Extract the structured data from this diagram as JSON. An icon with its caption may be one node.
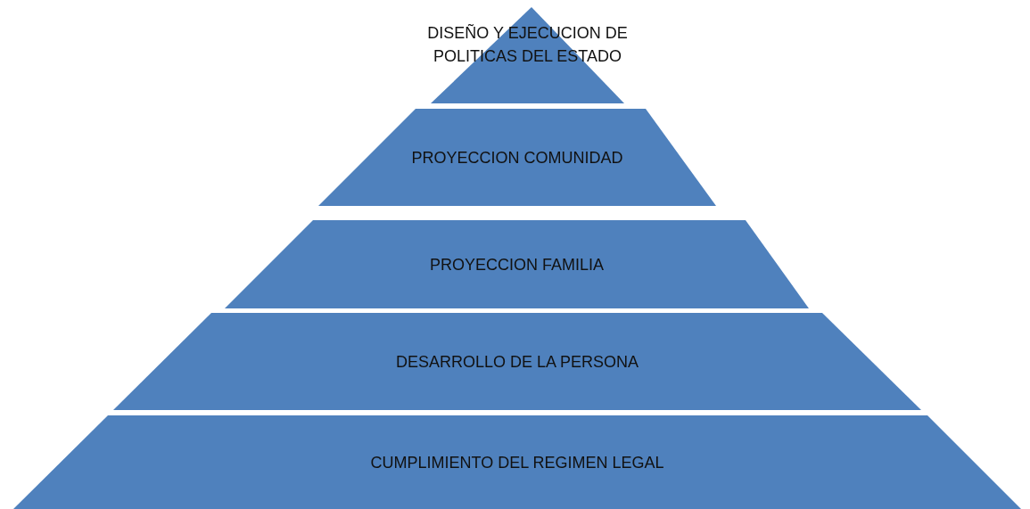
{
  "diagram": {
    "nodes": [
      {
        "text": [
          "DISEÑO Y EJECUCION DE POLITICAS DEL ESTADO"
        ]
      },
      {
        "text": [
          "PROYECCION COMUNIDAD"
        ]
      },
      {
        "text": [
          "PROYECCION FAMILIA"
        ]
      },
      {
        "text": [
          "DESARROLLO DE LA PERSONA"
        ]
      },
      {
        "text": [
          "CUMPLIMIENTO DEL REGIMEN LEGAL"
        ]
      }
    ]
  }
}
